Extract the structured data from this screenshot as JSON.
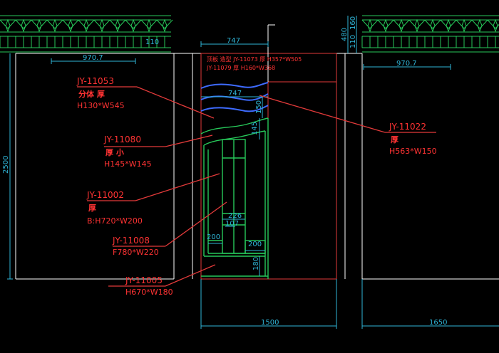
{
  "drawing": {
    "notes": {
      "top_line1": "顶板 造型 JY-11073 厚 H357*W505",
      "top_line2": "JY-11079 厚 H160*W368"
    },
    "dimensions": {
      "top_747": "747",
      "mid_747": "747",
      "left_9707": "970.7",
      "right_9707": "970.7",
      "left_110": "110",
      "right_480": "480",
      "right_110": "110",
      "right_160": "160",
      "height_2500": "2500",
      "d_150": "150",
      "d_145": "145",
      "d_226": "226",
      "d_107": "107",
      "d_200a": "200",
      "d_200b": "200",
      "d_180": "180",
      "bottom_1500": "1500",
      "bottom_1650": "1650"
    },
    "labels": [
      {
        "code": "JY-11053",
        "desc": "分体 厚",
        "size": "H130*W545"
      },
      {
        "code": "JY-11080",
        "desc": "厚 小",
        "size": "H145*W145"
      },
      {
        "code": "JY-11002",
        "desc": "厚",
        "size": "B:H720*W200"
      },
      {
        "code": "JY-11008",
        "size": "F780*W220"
      },
      {
        "code": "JY-11005",
        "size": "H670*W180"
      },
      {
        "code": "JY-11022",
        "desc": "厚",
        "size": "H563*W150"
      }
    ]
  }
}
